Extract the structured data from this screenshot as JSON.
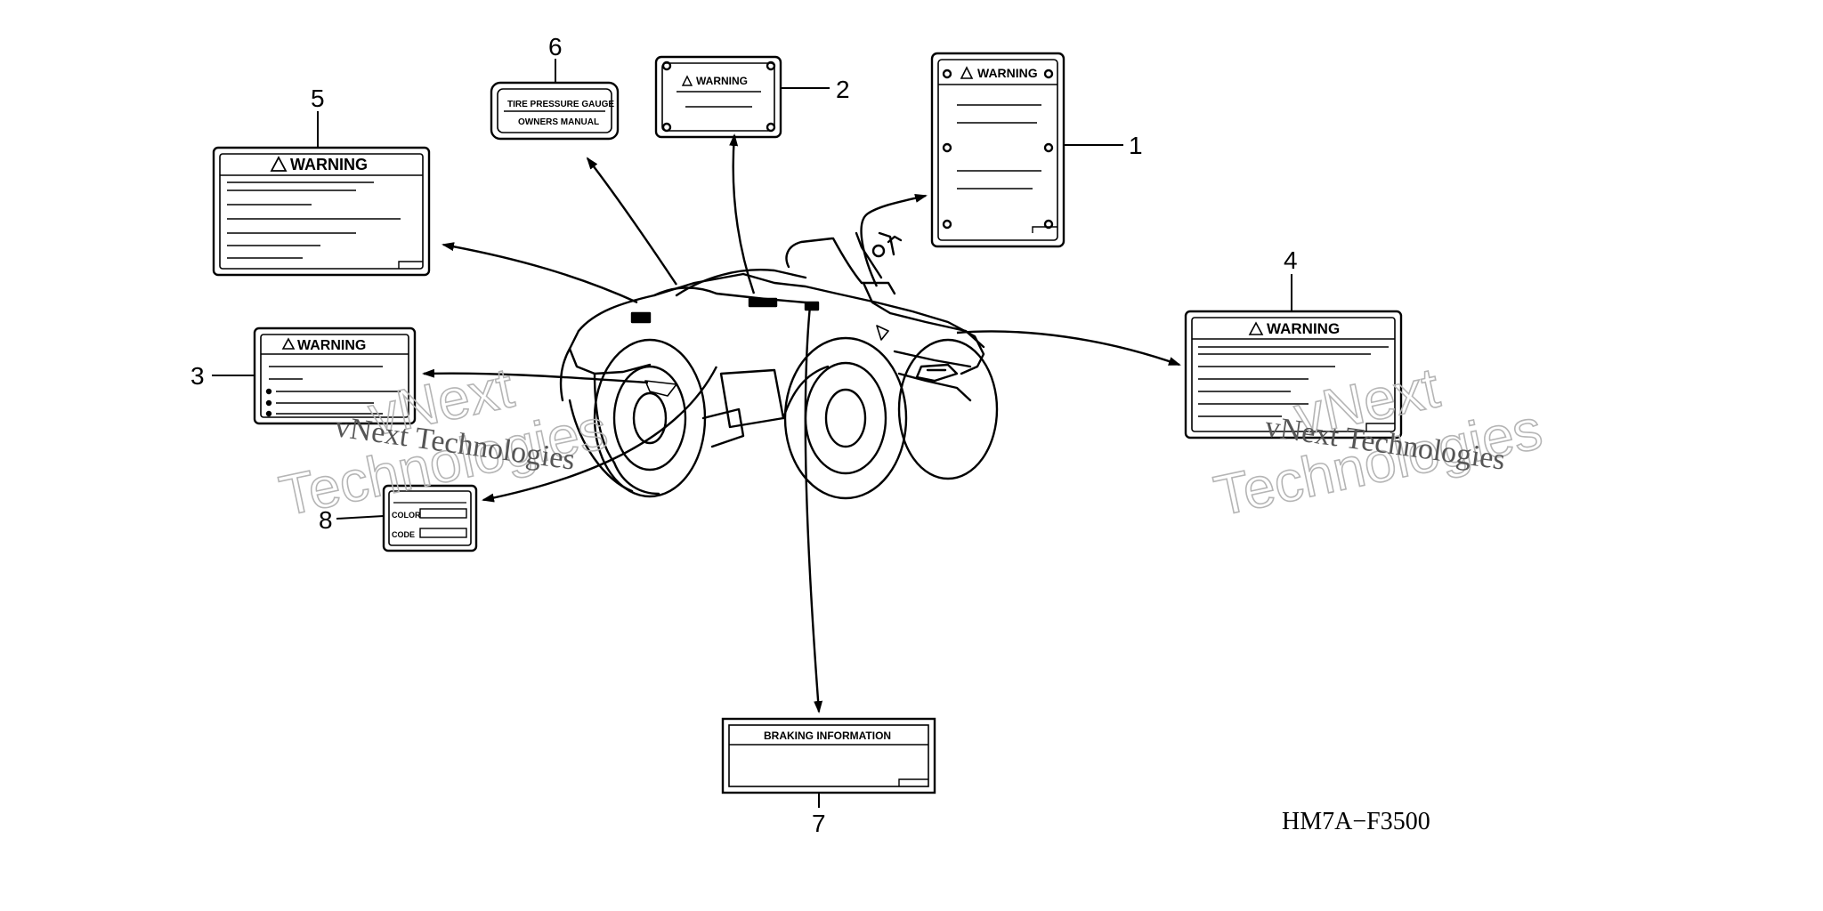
{
  "diagram": {
    "code": "HM7A−F3500",
    "callouts": [
      "1",
      "2",
      "3",
      "4",
      "5",
      "6",
      "7",
      "8"
    ],
    "label_texts": {
      "warning": "WARNING",
      "tire_line1": "TIRE PRESSURE GAUGE",
      "tire_line2": "OWNERS MANUAL",
      "braking": "BRAKING INFORMATION",
      "color": "COLOR",
      "code": "CODE"
    },
    "watermark": {
      "brand": "vNext",
      "brand_line2": "Technologies",
      "full": "vNext Technologies"
    }
  }
}
